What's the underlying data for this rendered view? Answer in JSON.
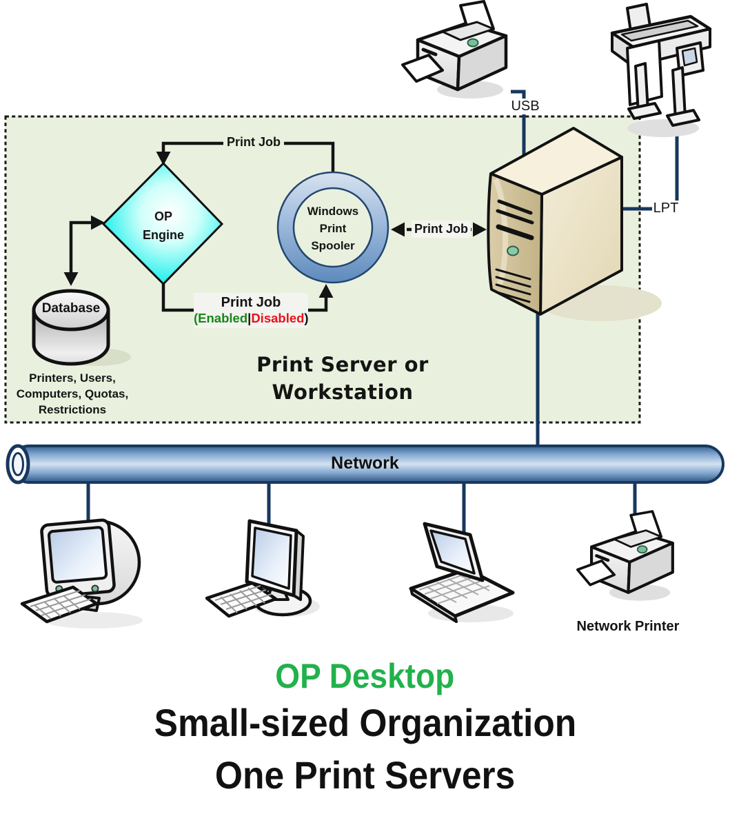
{
  "diagram": {
    "box_title": "Print Server or Workstation",
    "op_engine": {
      "line1": "OP",
      "line2": "Engine"
    },
    "spooler": {
      "line1": "Windows",
      "line2": "Print",
      "line3": "Spooler"
    },
    "database": {
      "label": "Database",
      "contents_line1": "Printers, Users,",
      "contents_line2": "Computers, Quotas,",
      "contents_line3": "Restrictions"
    },
    "flows": {
      "print_job_top": "Print Job",
      "print_job_server": "Print Job",
      "print_job_db": "Print Job",
      "state_open": "(Enabled",
      "state_sep": "|",
      "state_disabled": "Disabled",
      "state_close": ")"
    },
    "ports": {
      "usb": "USB",
      "lpt": "LPT"
    },
    "network_label": "Network",
    "network_printer_label": "Network Printer"
  },
  "caption": {
    "line1": "OP Desktop",
    "line2": "Small-sized Organization",
    "line3": "One Print Servers"
  },
  "colors": {
    "caption_green": "#22B14C",
    "enabled_green": "#178717",
    "disabled_red": "#E8131B",
    "network_blue": "#17375E",
    "box_background": "#E9F1DE",
    "diamond_cyan": "#00E6EA",
    "spooler_ring_blue": "#7FA5CE",
    "server_tan": "#D8CBA6"
  }
}
